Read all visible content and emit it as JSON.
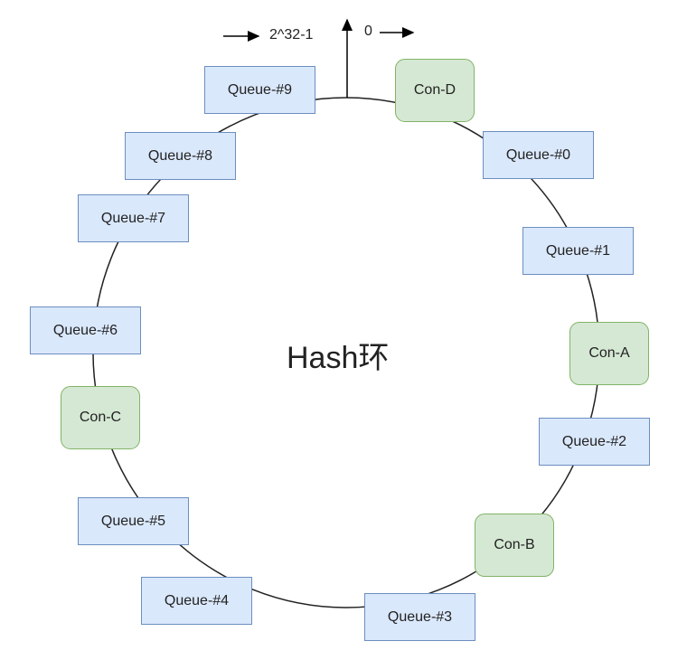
{
  "title": "Hash环",
  "markers": {
    "max_label": "2^32-1",
    "zero_label": "0"
  },
  "queues": [
    "Queue-#0",
    "Queue-#1",
    "Queue-#2",
    "Queue-#3",
    "Queue-#4",
    "Queue-#5",
    "Queue-#6",
    "Queue-#7",
    "Queue-#8",
    "Queue-#9"
  ],
  "consumers": [
    "Con-A",
    "Con-B",
    "Con-C",
    "Con-D"
  ],
  "colors": {
    "queue_fill": "#dae8fc",
    "queue_stroke": "#6c8ebf",
    "con_fill": "#d5e8d4",
    "con_stroke": "#82b366"
  }
}
